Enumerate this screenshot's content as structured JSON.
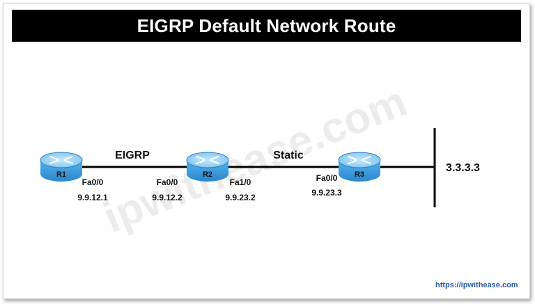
{
  "title": "EIGRP Default Network Route",
  "watermark": "ipwithease.com",
  "footer_url": "https://ipwithease.com",
  "colors": {
    "router_top": "#9fd3f5",
    "router_body": "#3a9ee3",
    "router_dark": "#2a7fc0",
    "line": "#000000",
    "url": "#2d5fa8"
  },
  "routers": [
    {
      "name": "R1"
    },
    {
      "name": "R2"
    },
    {
      "name": "R3"
    }
  ],
  "links": [
    {
      "protocol": "EIGRP",
      "left_if": "Fa0/0",
      "left_ip": "9.9.12.1",
      "right_if": "Fa0/0",
      "right_ip": "9.9.12.2"
    },
    {
      "protocol": "Static",
      "left_if": "Fa1/0",
      "left_ip": "9.9.23.2",
      "right_if": "Fa0/0",
      "right_ip": "9.9.23.3"
    }
  ],
  "network": {
    "label": "3.3.3.3"
  }
}
